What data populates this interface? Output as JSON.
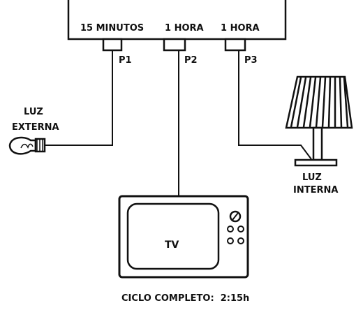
{
  "timer": {
    "slots": [
      {
        "duration": "15 MINUTOS",
        "port": "P1"
      },
      {
        "duration": "1 HORA",
        "port": "P2"
      },
      {
        "duration": "1 HORA",
        "port": "P3"
      }
    ]
  },
  "devices": {
    "external_light": {
      "line1": "LUZ",
      "line2": "EXTERNA"
    },
    "internal_light": {
      "line1": "LUZ",
      "line2": "INTERNA"
    },
    "tv": {
      "label": "TV"
    }
  },
  "footer": {
    "cycle": "CICLO COMPLETO:  2:15h"
  }
}
